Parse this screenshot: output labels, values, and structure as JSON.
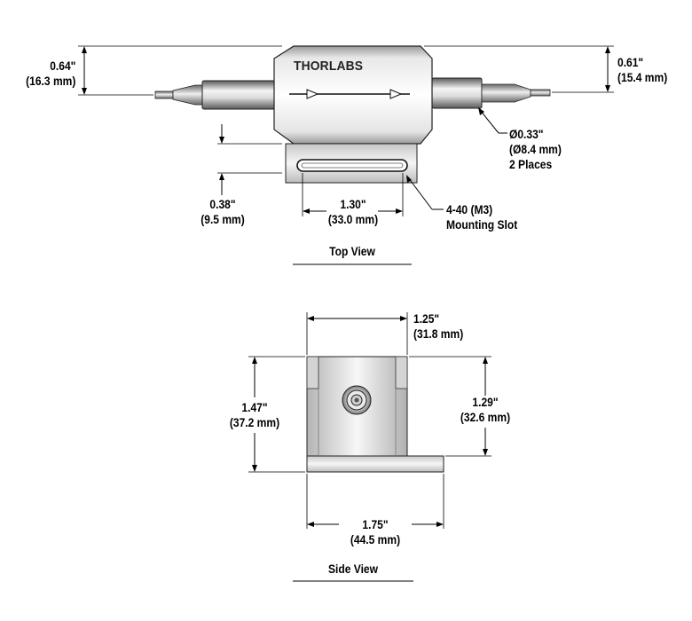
{
  "brand": "THORLABS",
  "top_view": {
    "title": "Top View",
    "dims": {
      "left_height": {
        "in": "0.64\"",
        "mm": "(16.3 mm)"
      },
      "right_height": {
        "in": "0.61\"",
        "mm": "(15.4 mm)"
      },
      "diameter": {
        "in": "Ø0.33\"",
        "mm": "(Ø8.4 mm)",
        "note": "2 Places"
      },
      "base_offset": {
        "in": "0.38\"",
        "mm": "(9.5 mm)"
      },
      "slot_length": {
        "in": "1.30\"",
        "mm": "(33.0 mm)"
      },
      "slot": {
        "line1": "4-40 (M3)",
        "line2": "Mounting Slot"
      }
    }
  },
  "side_view": {
    "title": "Side View",
    "dims": {
      "top_width": {
        "in": "1.25\"",
        "mm": "(31.8 mm)"
      },
      "total_height": {
        "in": "1.47\"",
        "mm": "(37.2 mm)"
      },
      "body_height": {
        "in": "1.29\"",
        "mm": "(32.6 mm)"
      },
      "base_width": {
        "in": "1.75\"",
        "mm": "(44.5 mm)"
      }
    }
  }
}
